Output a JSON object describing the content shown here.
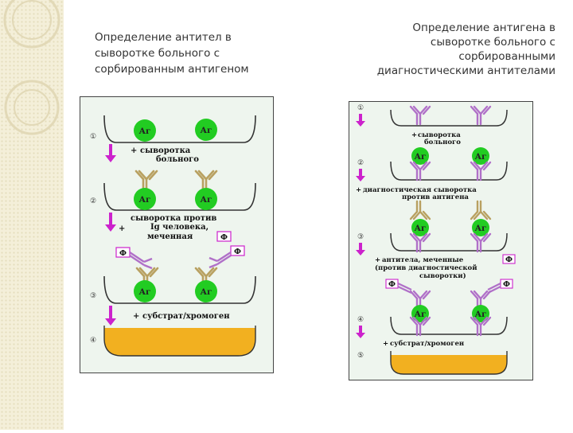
{
  "left": {
    "title_lines": [
      "Определение антител в",
      "сыворотке больного с",
      "сорбированным антигеном"
    ],
    "antigen": "Аг",
    "steps": [
      "①",
      "②",
      "③",
      "④"
    ],
    "plus": "+",
    "label_serum": [
      "сыворотка",
      "больного"
    ],
    "label_anti_ig": [
      "сыворотка против",
      "Ig человека,",
      "меченная"
    ],
    "conjugate": "Ф",
    "label_substrate": "субстрат/хромоген"
  },
  "right": {
    "title_lines": [
      "Определение антигена в",
      "сыворотке больного с",
      "сорбированными",
      "диагностическими антителами"
    ],
    "antigen": "Аг",
    "steps": [
      "①",
      "②",
      "③",
      "④",
      "⑤"
    ],
    "plus": "+",
    "label_serum": [
      "сыворотка",
      "больного"
    ],
    "label_diag": [
      "диагностическая сыворотка",
      "против антигена"
    ],
    "label_labeled": [
      "антитела, меченные",
      "(против диагностической",
      "сыворотки)"
    ],
    "conjugate": "Ф",
    "label_substrate": "субстрат/хромоген"
  },
  "colors": {
    "antigen": "#22cc22",
    "antibody": "#b8a060",
    "labeled_antibody": "#b070c8",
    "arrow": "#cc22cc",
    "substrate": "#f2b020",
    "panel_bg": "#eef5ee"
  }
}
